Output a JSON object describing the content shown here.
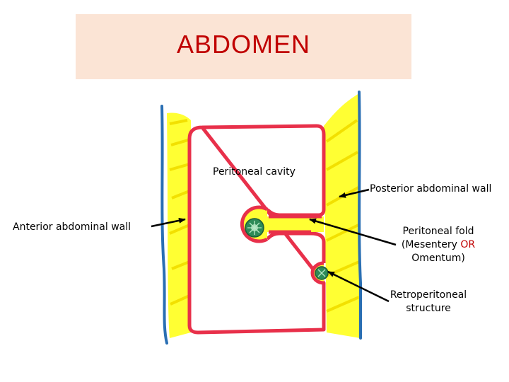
{
  "title": "ABDOMEN",
  "labels": {
    "peritoneal_cavity": "Peritoneal cavity",
    "posterior_wall": "Posterior abdominal wall",
    "anterior_wall": "Anterior abdominal wall",
    "peritoneal_fold_line1": "Peritoneal fold",
    "peritoneal_fold_open": "(Mesentery ",
    "peritoneal_fold_or": "OR",
    "peritoneal_fold_line3": "Omentum)",
    "retroperitoneal_line1": "Retroperitoneal",
    "retroperitoneal_line2": "structure"
  },
  "colors": {
    "title_bg": "#fbe4d5",
    "title_text": "#c00000",
    "wall_fill": "#ffff33",
    "peritoneum": "#e8304a",
    "boundary": "#2a6fb3",
    "vessel": "#2e8b57",
    "highlight": "#c00000"
  }
}
